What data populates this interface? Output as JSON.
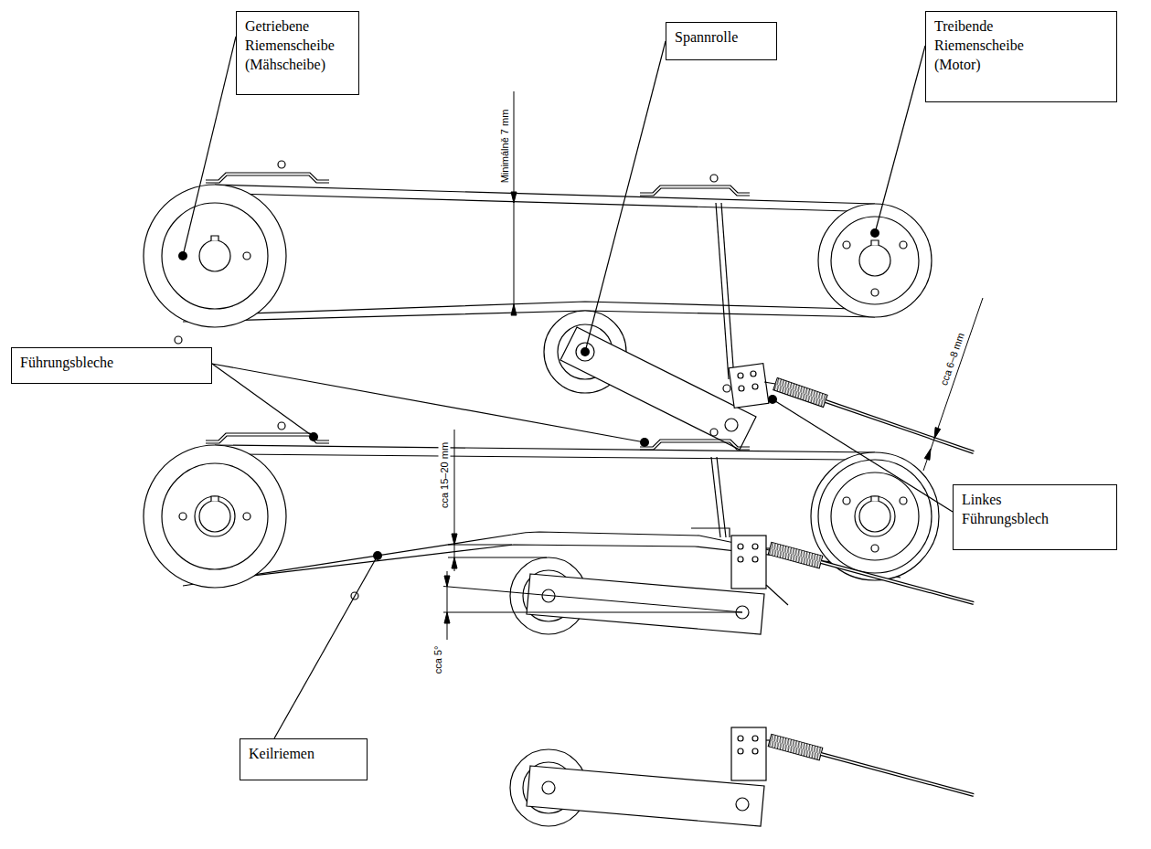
{
  "diagram": {
    "nodes": [
      {
        "text": [
          "Getriebene Riemenscheibe (Mähscheibe)"
        ]
      },
      {
        "text": [
          "Spannrolle"
        ]
      },
      {
        "text": [
          "Treibende Riemenscheibe (Motor)"
        ]
      },
      {
        "text": [
          "Führungsbleche"
        ]
      },
      {
        "text": [
          "Linkes Führungsblech"
        ]
      },
      {
        "text": [
          "Keilriemen"
        ]
      }
    ],
    "labels": [
      "Minimálně 7 mm",
      "cca 6–8 mm",
      "cca 15–20 mm",
      "cca 5°"
    ]
  }
}
